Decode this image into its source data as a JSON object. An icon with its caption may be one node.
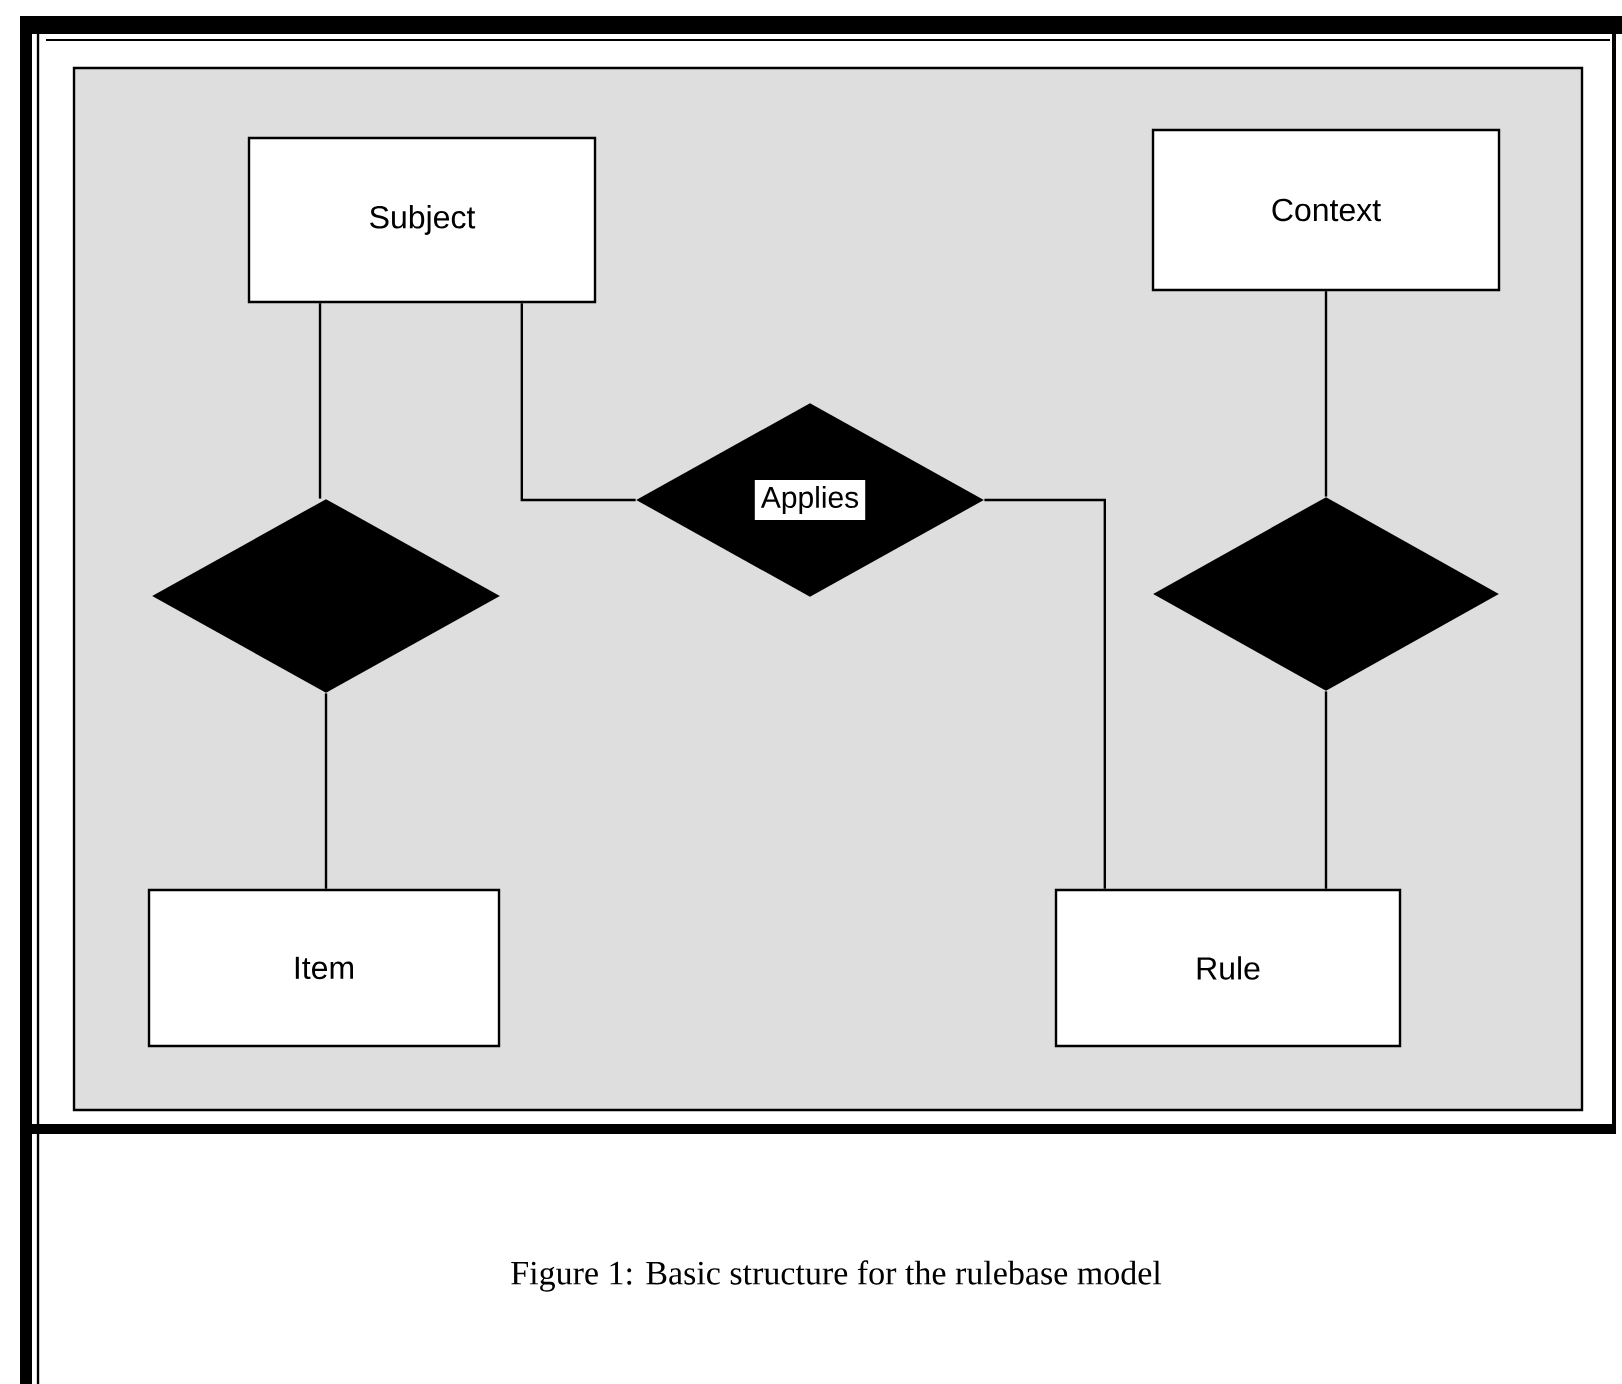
{
  "diagram": {
    "caption": "Figure 1: Basic structure for the rulebase model",
    "nodes": [
      {
        "text": [
          "Subject"
        ]
      },
      {
        "text": [
          "Context"
        ]
      },
      {
        "text": [
          "Applies"
        ]
      },
      {
        "text": [],
        "shape": "diamond"
      },
      {
        "text": [],
        "shape": "diamond"
      },
      {
        "text": [
          "Item"
        ]
      },
      {
        "text": [
          "Rule"
        ]
      }
    ],
    "edges": [
      {
        "from": 0,
        "to": 3,
        "arrow": "none"
      },
      {
        "from": 0,
        "to": 2,
        "arrow": "none"
      },
      {
        "from": 2,
        "to": 6,
        "arrow": "none"
      },
      {
        "from": 1,
        "to": 4,
        "arrow": "none"
      },
      {
        "from": 3,
        "to": 5,
        "arrow": "none"
      },
      {
        "from": 4,
        "to": 6,
        "arrow": "none"
      }
    ]
  }
}
